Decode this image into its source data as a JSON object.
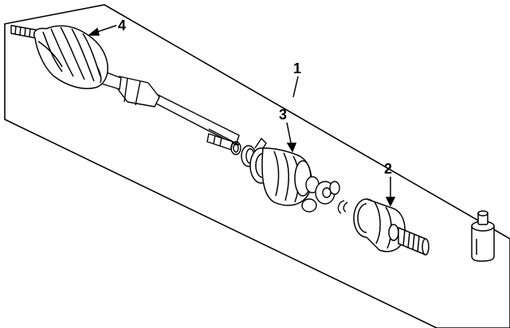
{
  "diagram": {
    "callouts": [
      {
        "id": "part-1",
        "label": "1"
      },
      {
        "id": "part-2",
        "label": "2"
      },
      {
        "id": "part-3",
        "label": "3"
      },
      {
        "id": "part-4",
        "label": "4"
      }
    ]
  }
}
